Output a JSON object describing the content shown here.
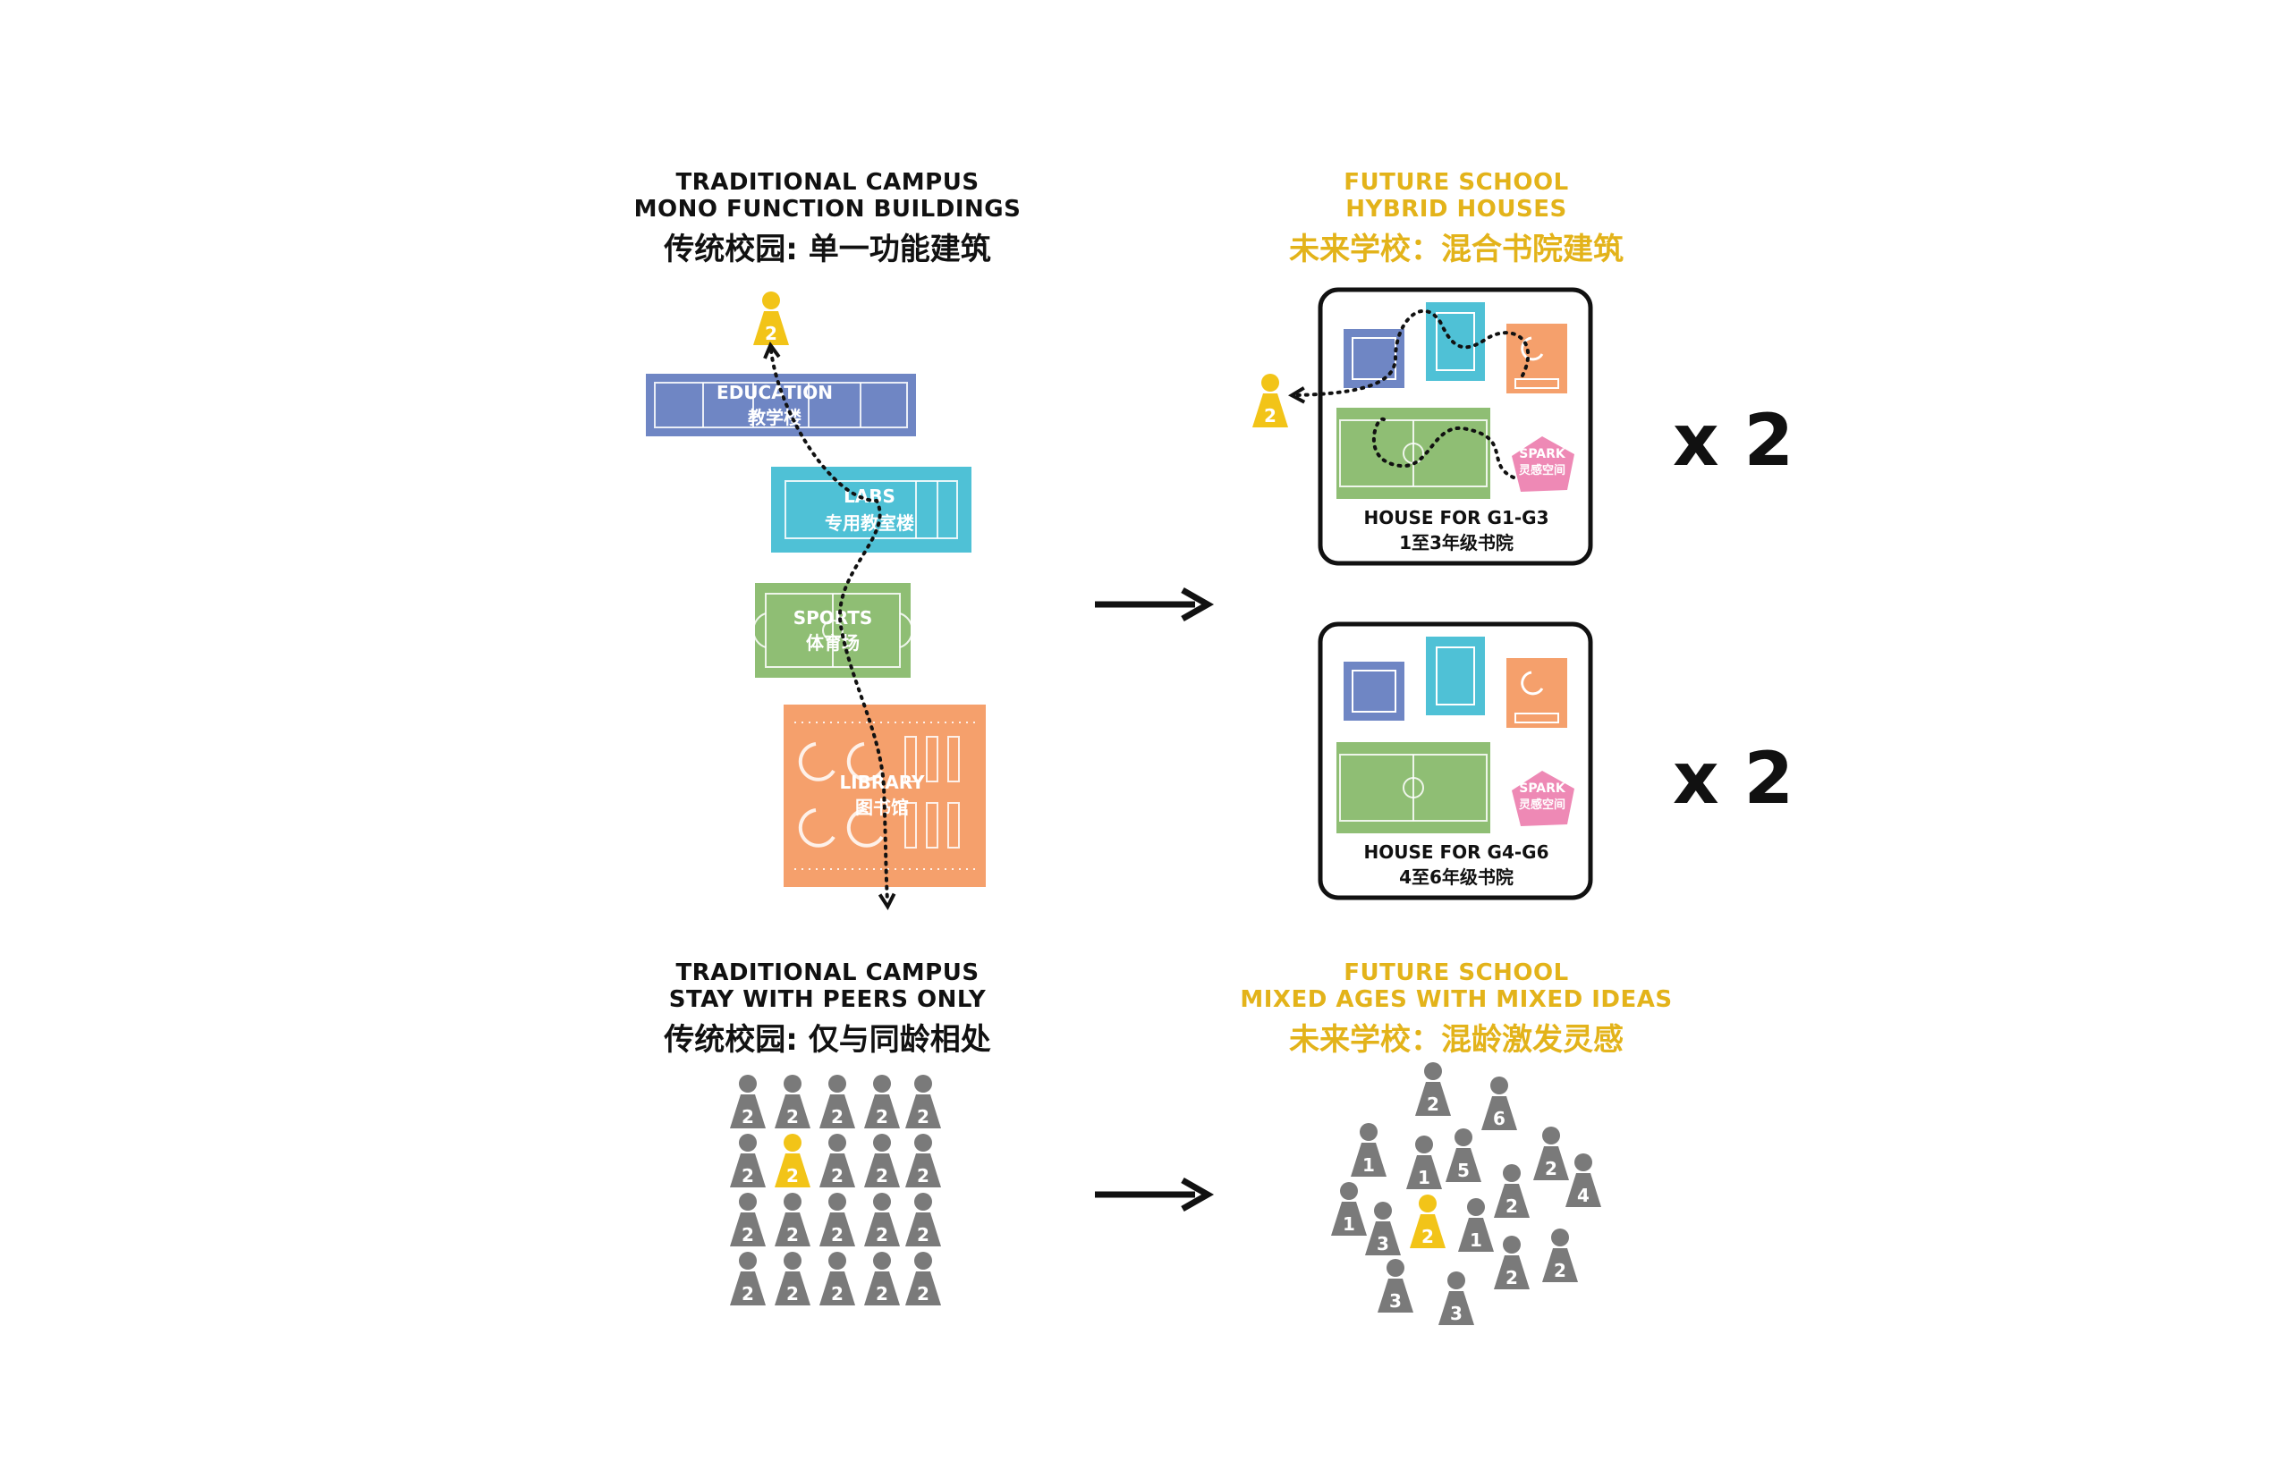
{
  "colors": {
    "black": "#111111",
    "yellow": "#e3b31a",
    "pawn_yellow": "#f2c418",
    "pawn_gray": "#7a7a7a",
    "education": "#6f86c4",
    "labs": "#4fc1d6",
    "sports": "#8fbe74",
    "library": "#f5a06c",
    "spark": "#ee89b5"
  },
  "top_left": {
    "title_en_1": "TRADITIONAL CAMPUS",
    "title_en_2": "MONO FUNCTION BUILDINGS",
    "title_cn": "传统校园: 单一功能建筑",
    "student_grade": "2",
    "blocks": {
      "education": {
        "en": "EDUCATION",
        "cn": "教学楼"
      },
      "labs": {
        "en": "LABS",
        "cn": "专用教室楼"
      },
      "sports": {
        "en": "SPORTS",
        "cn": "体育场"
      },
      "library": {
        "en": "LIBRARY",
        "cn": "图书馆"
      }
    }
  },
  "top_right": {
    "title_en_1": "FUTURE SCHOOL",
    "title_en_2": "HYBRID HOUSES",
    "title_cn": "未来学校：混合书院建筑",
    "student_grade": "2",
    "houses": [
      {
        "label_en": "HOUSE FOR G1-G3",
        "label_cn": "1至3年级书院",
        "spark_en": "SPARK",
        "spark_cn": "灵感空间",
        "multiplier": "x 2"
      },
      {
        "label_en": "HOUSE FOR G4-G6",
        "label_cn": "4至6年级书院",
        "spark_en": "SPARK",
        "spark_cn": "灵感空间",
        "multiplier": "x 2"
      }
    ]
  },
  "bottom_left": {
    "title_en_1": "TRADITIONAL CAMPUS",
    "title_en_2": "STAY WITH PEERS ONLY",
    "title_cn": "传统校园: 仅与同龄相处",
    "grid_grades": [
      [
        "2",
        "2",
        "2",
        "2",
        "2"
      ],
      [
        "2",
        "2",
        "2",
        "2",
        "2"
      ],
      [
        "2",
        "2",
        "2",
        "2",
        "2"
      ],
      [
        "2",
        "2",
        "2",
        "2",
        "2"
      ]
    ],
    "highlight": {
      "row": 1,
      "col": 1
    }
  },
  "bottom_right": {
    "title_en_1": "FUTURE SCHOOL",
    "title_en_2": "MIXED AGES WITH MIXED IDEAS",
    "title_cn": "未来学校：混龄激发灵感",
    "pawns": [
      {
        "grade": "2",
        "yellow": false
      },
      {
        "grade": "6",
        "yellow": false
      },
      {
        "grade": "1",
        "yellow": false
      },
      {
        "grade": "1",
        "yellow": false
      },
      {
        "grade": "5",
        "yellow": false
      },
      {
        "grade": "2",
        "yellow": false
      },
      {
        "grade": "4",
        "yellow": false
      },
      {
        "grade": "1",
        "yellow": false
      },
      {
        "grade": "2",
        "yellow": false
      },
      {
        "grade": "3",
        "yellow": false
      },
      {
        "grade": "2",
        "yellow": true
      },
      {
        "grade": "1",
        "yellow": false
      },
      {
        "grade": "2",
        "yellow": false
      },
      {
        "grade": "3",
        "yellow": false
      },
      {
        "grade": "2",
        "yellow": false
      },
      {
        "grade": "3",
        "yellow": false
      }
    ]
  }
}
